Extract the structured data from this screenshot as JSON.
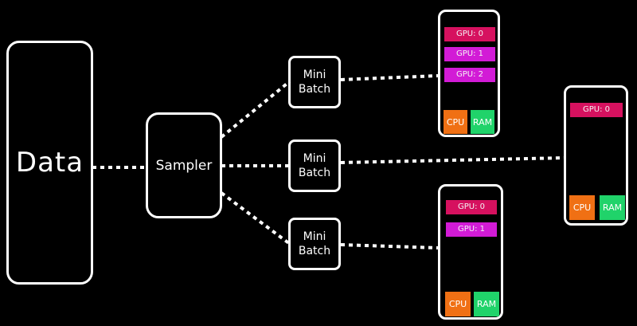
{
  "colors": {
    "background": "#000000",
    "stroke": "#ffffff",
    "gpu_primary": "#d6115f",
    "gpu_secondary": "#d21bd6",
    "cpu": "#f07014",
    "ram": "#20d36a"
  },
  "data_node": {
    "label": "Data"
  },
  "sampler": {
    "label": "Sampler"
  },
  "mini_batches": [
    {
      "line1": "Mini",
      "line2": "Batch"
    },
    {
      "line1": "Mini",
      "line2": "Batch"
    },
    {
      "line1": "Mini",
      "line2": "Batch"
    }
  ],
  "machines": [
    {
      "gpus": [
        "GPU: 0",
        "GPU: 1",
        "GPU: 2"
      ],
      "cpu_label": "CPU",
      "ram_label": "RAM"
    },
    {
      "gpus": [
        "GPU: 0"
      ],
      "cpu_label": "CPU",
      "ram_label": "RAM"
    },
    {
      "gpus": [
        "GPU: 0",
        "GPU: 1"
      ],
      "cpu_label": "CPU",
      "ram_label": "RAM"
    }
  ]
}
